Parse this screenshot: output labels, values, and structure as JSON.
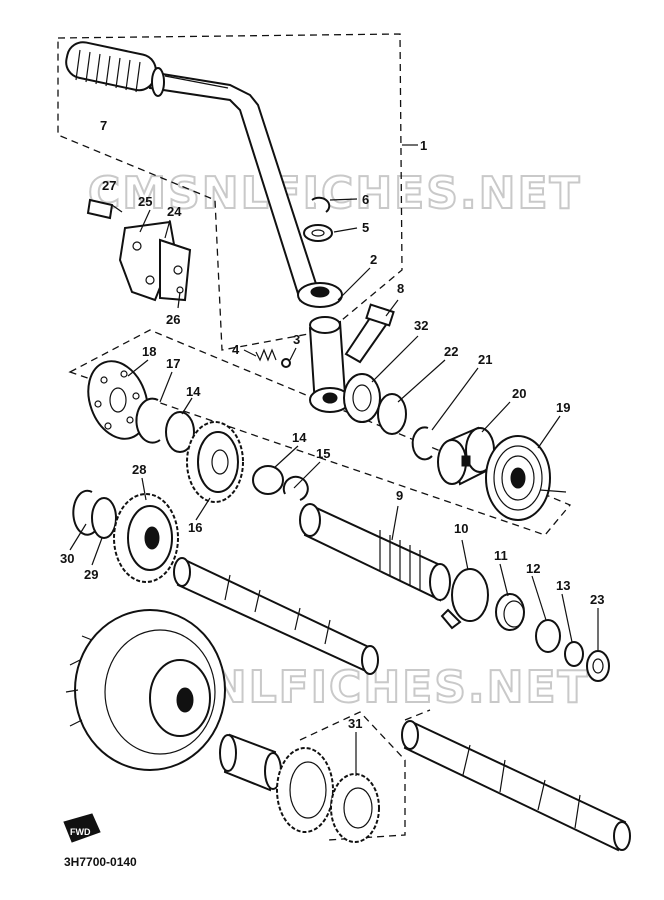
{
  "diagram": {
    "watermark": "CMSNLFICHES.NET",
    "drawing_code": "3H7700-0140",
    "fwd_badge": "FWD",
    "callouts": [
      {
        "id": "c1",
        "text": "1"
      },
      {
        "id": "c2",
        "text": "2"
      },
      {
        "id": "c3",
        "text": "3"
      },
      {
        "id": "c4",
        "text": "4"
      },
      {
        "id": "c5",
        "text": "5"
      },
      {
        "id": "c6",
        "text": "6"
      },
      {
        "id": "c7",
        "text": "7"
      },
      {
        "id": "c8",
        "text": "8"
      },
      {
        "id": "c9",
        "text": "9"
      },
      {
        "id": "c10",
        "text": "10"
      },
      {
        "id": "c11",
        "text": "11"
      },
      {
        "id": "c12",
        "text": "12"
      },
      {
        "id": "c13",
        "text": "13"
      },
      {
        "id": "c14a",
        "text": "14"
      },
      {
        "id": "c14b",
        "text": "14"
      },
      {
        "id": "c15",
        "text": "15"
      },
      {
        "id": "c16",
        "text": "16"
      },
      {
        "id": "c17",
        "text": "17"
      },
      {
        "id": "c18",
        "text": "18"
      },
      {
        "id": "c19",
        "text": "19"
      },
      {
        "id": "c20",
        "text": "20"
      },
      {
        "id": "c21",
        "text": "21"
      },
      {
        "id": "c22",
        "text": "22"
      },
      {
        "id": "c23",
        "text": "23"
      },
      {
        "id": "c24",
        "text": "24"
      },
      {
        "id": "c25",
        "text": "25"
      },
      {
        "id": "c26",
        "text": "26"
      },
      {
        "id": "c27",
        "text": "27"
      },
      {
        "id": "c28",
        "text": "28"
      },
      {
        "id": "c29",
        "text": "29"
      },
      {
        "id": "c30",
        "text": "30"
      },
      {
        "id": "c31",
        "text": "31"
      },
      {
        "id": "c32",
        "text": "32"
      }
    ]
  }
}
